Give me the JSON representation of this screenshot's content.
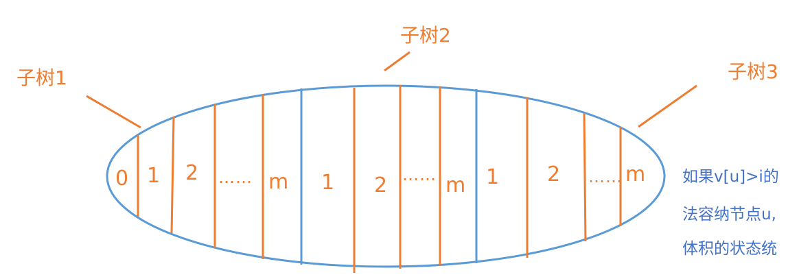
{
  "labels": {
    "subtree1": "子树1",
    "subtree2": "子树2",
    "subtree3": "子树3"
  },
  "numbers": [
    "0",
    "1",
    "2",
    "m",
    "1",
    "2",
    "m",
    "1",
    "2",
    "m"
  ],
  "dots": "……",
  "note_lines": [
    "如果v[u]>i的",
    "法容纳节点u,",
    "体积的状态统"
  ],
  "colors": {
    "orange": "#ed7d31",
    "blue": "#5b9bd5",
    "note_text": "#4472c4"
  }
}
